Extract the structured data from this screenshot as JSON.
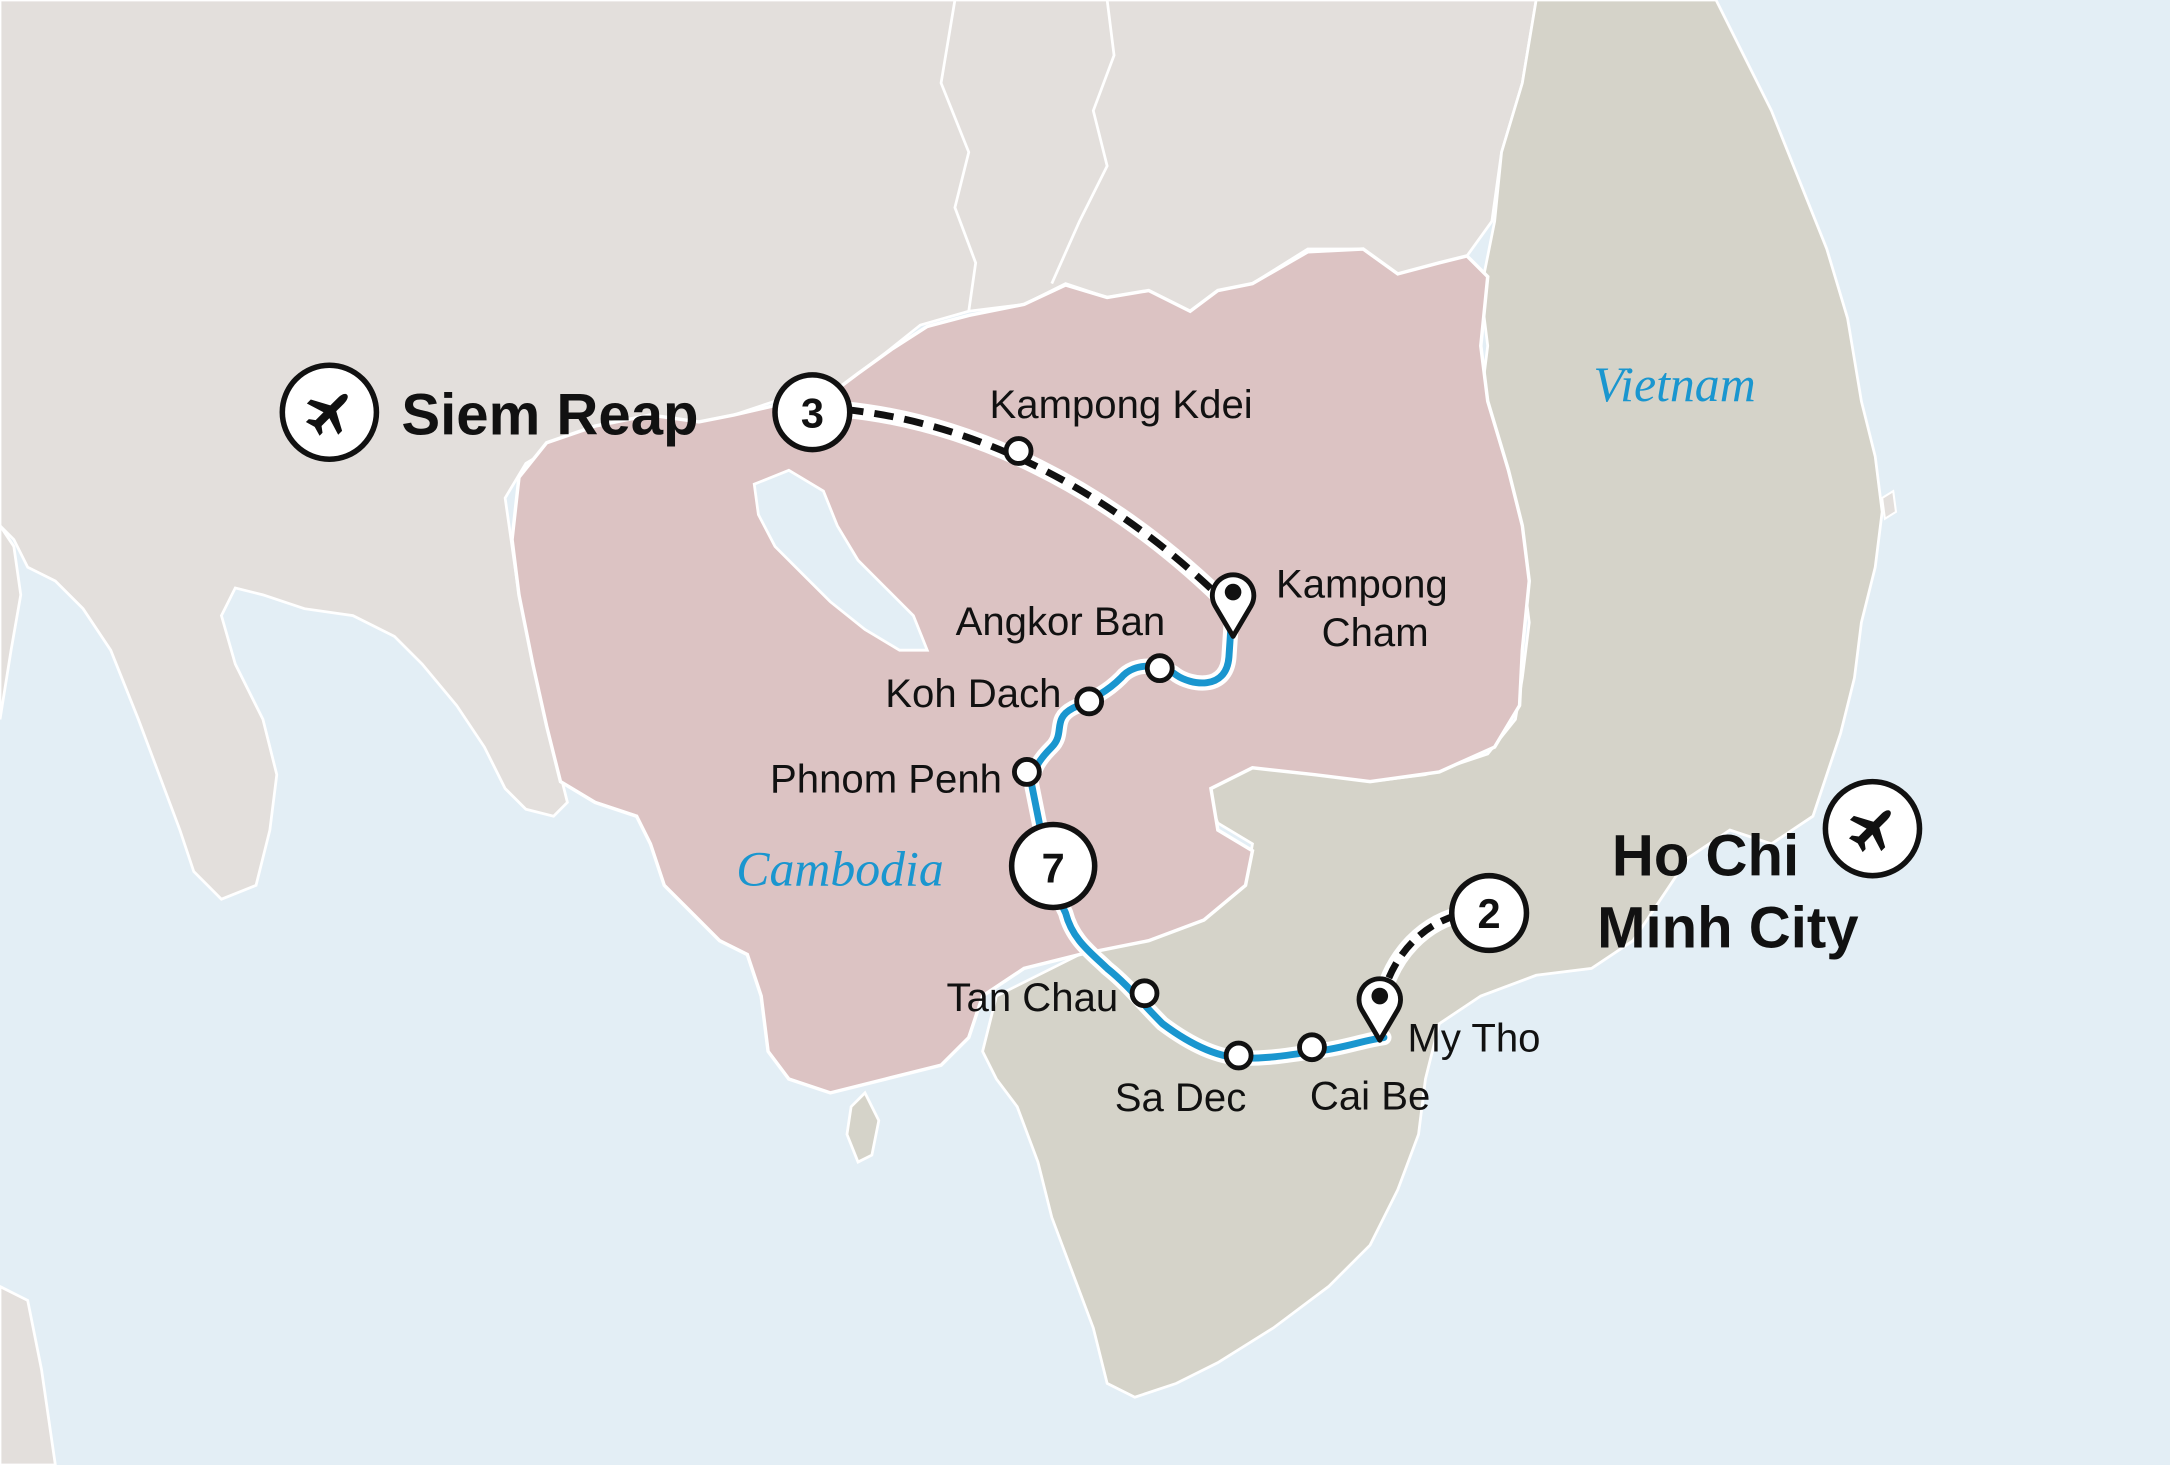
{
  "map": {
    "colors": {
      "water": "#e3eef5",
      "land_other": "#e3dfdc",
      "vietnam": "#d5d3c9",
      "cambodia": "#dcc3c3",
      "border": "#ffffff",
      "river_route": "#1a96cf",
      "land_route": "#111111",
      "country_label": "#1a96cf"
    },
    "countries": [
      {
        "name": "Cambodia",
        "highlighted": true
      },
      {
        "name": "Vietnam",
        "highlighted": false
      }
    ],
    "airports": [
      {
        "city": "Siem Reap",
        "icon": "airplane-icon"
      },
      {
        "city": "Ho Chi Minh City",
        "icon": "airplane-icon"
      }
    ],
    "major_stops": [
      {
        "name": "Siem Reap",
        "nights": "3"
      },
      {
        "name": "Ho Chi Minh City",
        "line1": "Ho Chi",
        "line2": "Minh City",
        "nights": "2"
      }
    ],
    "cruise_nights": "7",
    "embark_points": [
      {
        "name": "Kampong Cham",
        "line1": "Kampong",
        "line2": "Cham",
        "icon": "map-pin-icon"
      },
      {
        "name": "My Tho",
        "icon": "map-pin-icon"
      }
    ],
    "stops": [
      {
        "name": "Kampong Kdei"
      },
      {
        "name": "Angkor Ban"
      },
      {
        "name": "Koh Dach"
      },
      {
        "name": "Phnom Penh"
      },
      {
        "name": "Tan Chau"
      },
      {
        "name": "Sa Dec"
      },
      {
        "name": "Cai Be"
      }
    ]
  }
}
